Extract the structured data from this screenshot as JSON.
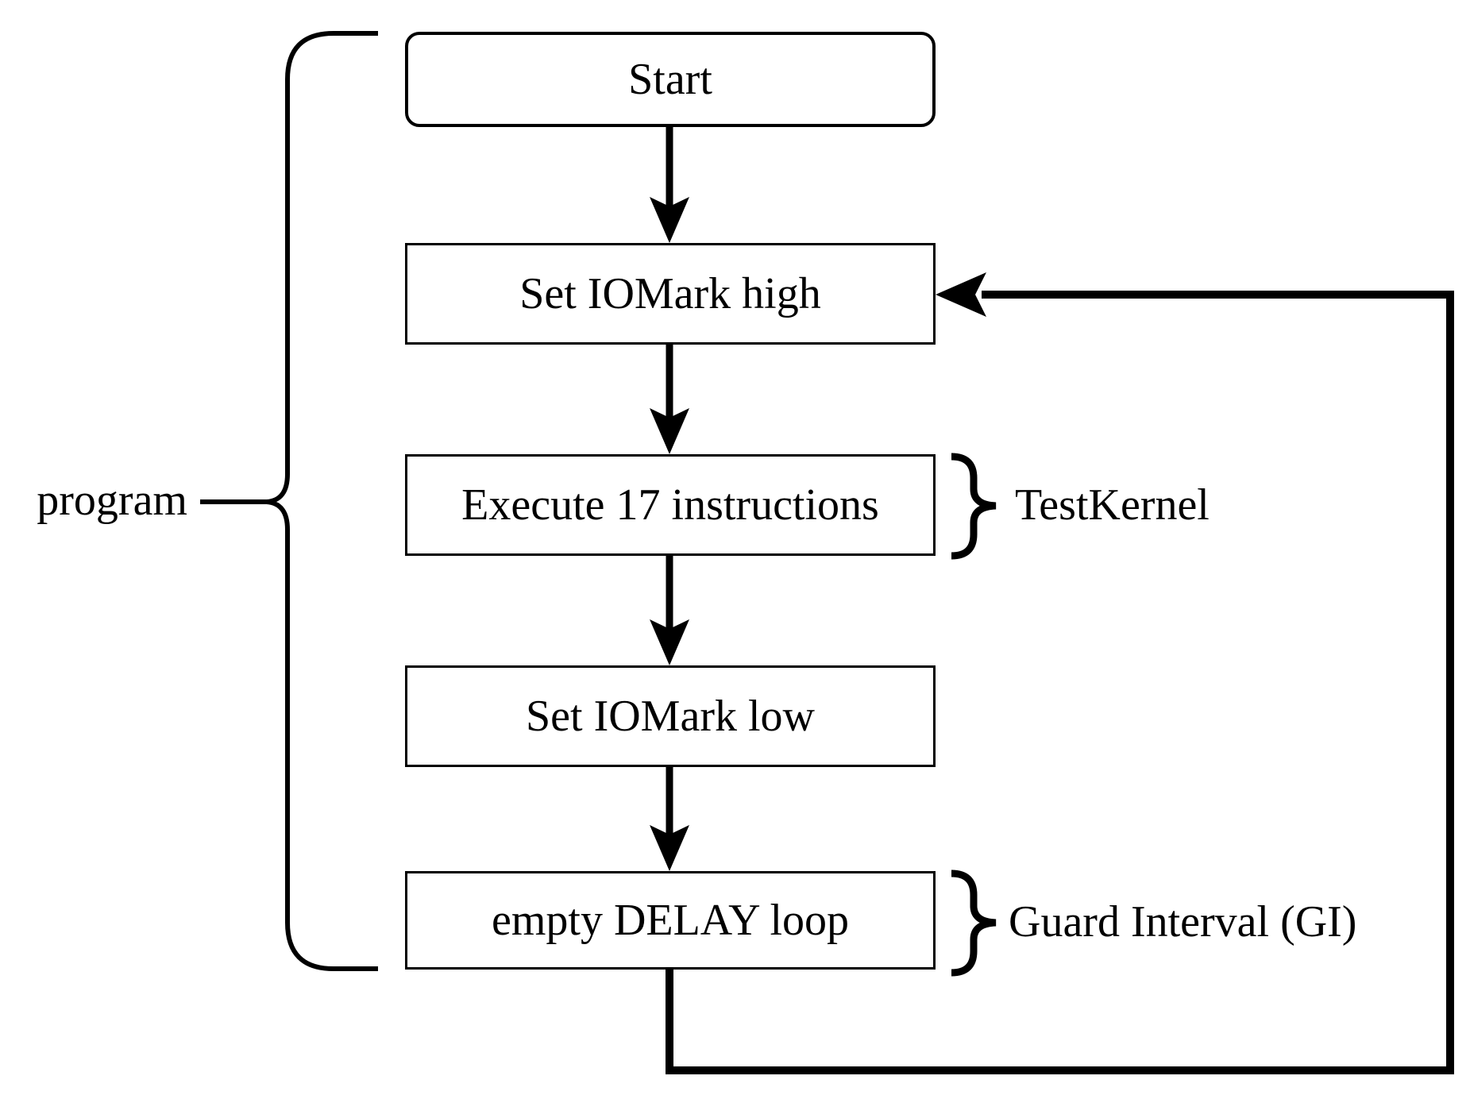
{
  "flowchart": {
    "nodes": [
      {
        "id": "start",
        "label": "Start"
      },
      {
        "id": "set-iomark-high",
        "label": "Set IOMark high"
      },
      {
        "id": "execute-17-instructions",
        "label": "Execute 17 instructions"
      },
      {
        "id": "set-iomark-low",
        "label": "Set IOMark low"
      },
      {
        "id": "empty-delay-loop",
        "label": "empty DELAY loop"
      }
    ],
    "side_labels": {
      "program": "program",
      "test_kernel": "TestKernel",
      "guard_interval": "Guard Interval (GI)"
    },
    "connections": {
      "flow": "Start -> Set IOMark high -> Execute 17 instructions -> Set IOMark low -> empty DELAY loop",
      "feedback": "empty DELAY loop -> Set IOMark high"
    },
    "colors": {
      "ink": "#000000",
      "background": "#ffffff",
      "node_fill": "#ffffff"
    }
  }
}
